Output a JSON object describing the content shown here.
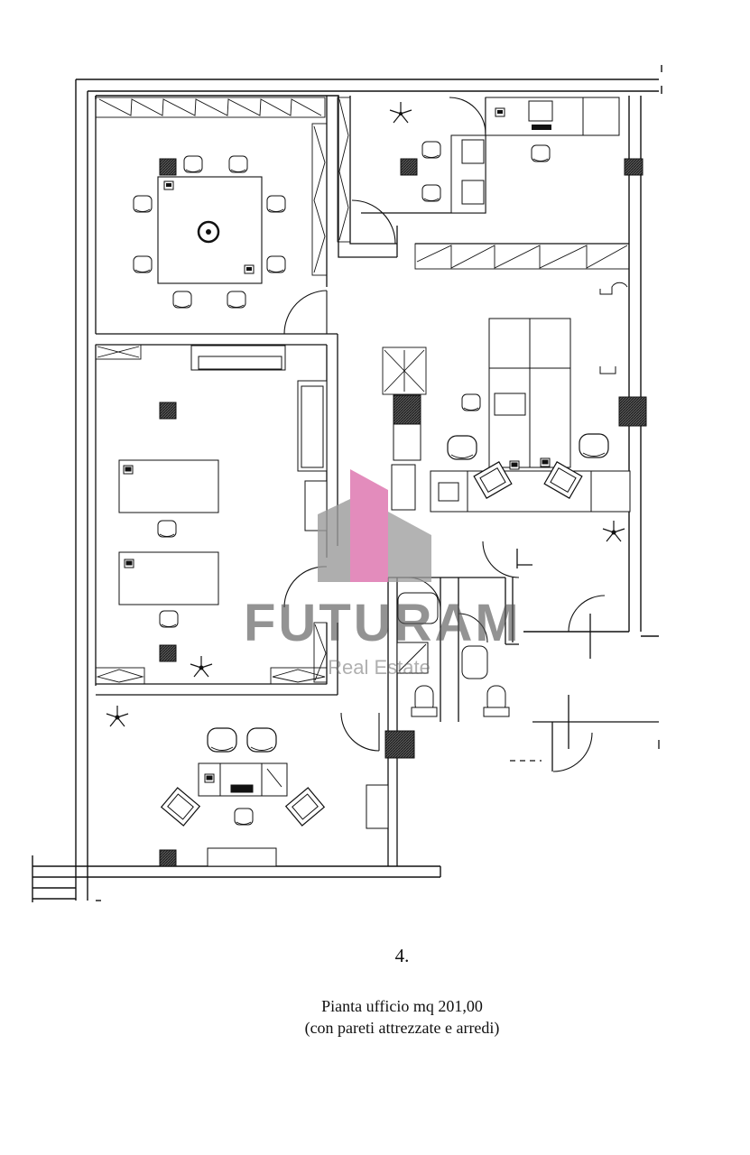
{
  "page": {
    "number": "4.",
    "caption_title": "Pianta ufficio mq 201,00",
    "caption_subtitle": "(con pareti attrezzate e arredi)"
  },
  "watermark": {
    "brand": "FUTURAM",
    "tagline": "Real Estate",
    "colors": {
      "accent": "#e07fb5",
      "gray": "#9a9a9a",
      "gray_light": "#cfcfcf"
    }
  },
  "plan": {
    "line_color": "#111111",
    "hatch_color": "#333333"
  }
}
